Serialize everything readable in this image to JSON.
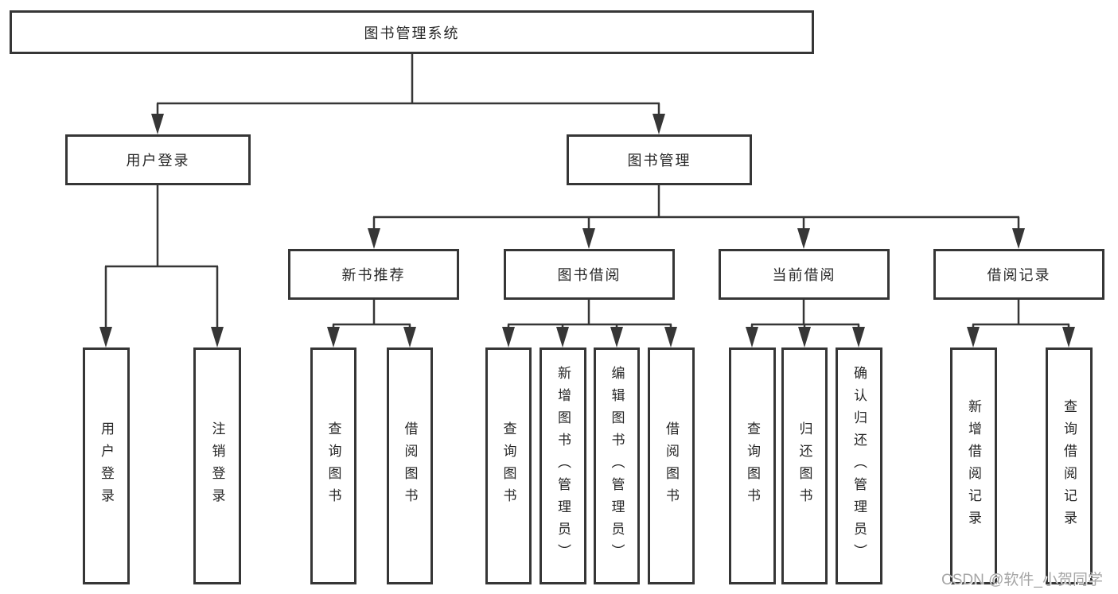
{
  "diagram": {
    "type": "function-structure-tree",
    "background_color": "#ffffff",
    "line_color": "#363636",
    "text_color": "#262626",
    "tree": {
      "label": "图书管理系统",
      "children": [
        {
          "label": "用户登录",
          "children": [
            {
              "label": "用户登录"
            },
            {
              "label": "注销登录"
            }
          ]
        },
        {
          "label": "图书管理",
          "children": [
            {
              "label": "新书推荐",
              "children": [
                {
                  "label": "查询图书"
                },
                {
                  "label": "借阅图书"
                }
              ]
            },
            {
              "label": "图书借阅",
              "children": [
                {
                  "label": "查询图书"
                },
                {
                  "label": "新增图书（管理员）"
                },
                {
                  "label": "编辑图书（管理员）"
                },
                {
                  "label": "借阅图书"
                }
              ]
            },
            {
              "label": "当前借阅",
              "children": [
                {
                  "label": "查询图书"
                },
                {
                  "label": "归还图书"
                },
                {
                  "label": "确认归还（管理员）"
                }
              ]
            },
            {
              "label": "借阅记录",
              "children": [
                {
                  "label": "新增借阅记录"
                },
                {
                  "label": "查询借阅记录"
                }
              ]
            }
          ]
        }
      ]
    },
    "watermark": {
      "text": "CSDN @软件_小贺同学",
      "color": "#a6a6a6"
    }
  }
}
